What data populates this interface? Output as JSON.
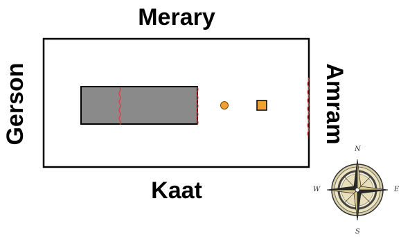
{
  "labels": {
    "top": "Merary",
    "bottom": "Kaat",
    "left": "Gerson",
    "right": "Amram"
  },
  "compass": {
    "north": "N",
    "south": "S",
    "east": "E",
    "west": "W"
  },
  "colors": {
    "block_fill": "#8a8a8a",
    "curtain": "#e23a3a",
    "altar": "#f0a030",
    "laver": "#f0a030"
  }
}
